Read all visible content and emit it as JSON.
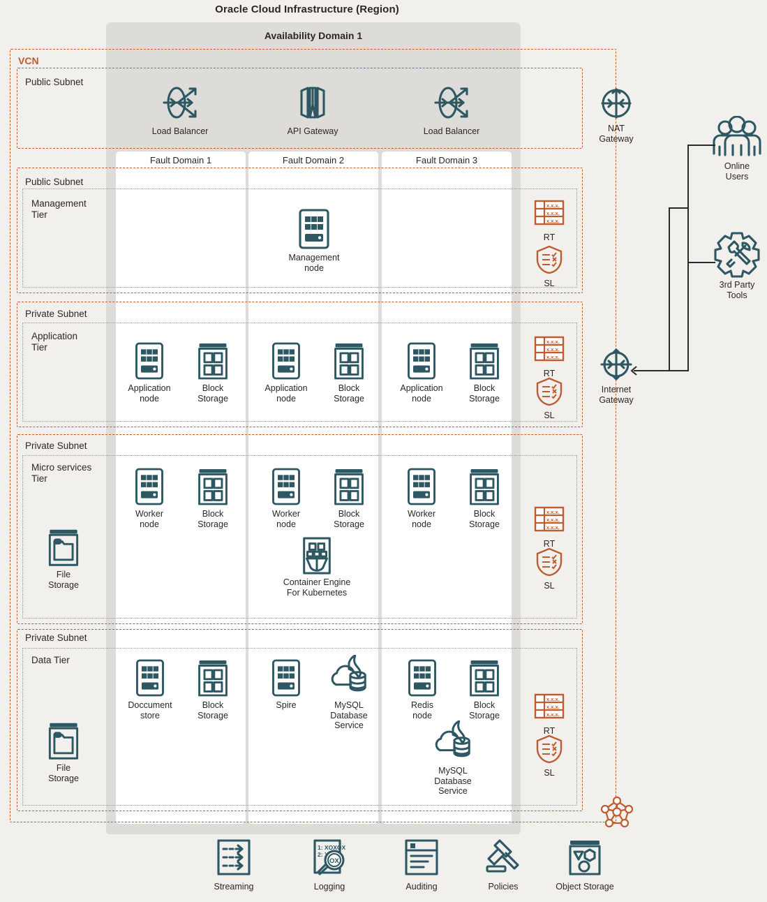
{
  "diagram": {
    "region_title": "Oracle Cloud Infrastructure (Region)",
    "availability_domain": "Availability Domain 1",
    "vcn_label": "VCN",
    "accent_orange": "#C05A2B",
    "accent_teal": "#2C5763",
    "background": "#F2F0EC",
    "ad_panel_color": "#DEDCD9",
    "fault_domains": [
      {
        "label": "Fault Domain 1"
      },
      {
        "label": "Fault Domain 2"
      },
      {
        "label": "Fault Domain 3"
      }
    ],
    "subnets": [
      {
        "label": "Public Subnet"
      },
      {
        "label": "Public Subnet"
      },
      {
        "label": "Private Subnet"
      },
      {
        "label": "Private Subnet"
      },
      {
        "label": "Private Subnet"
      }
    ],
    "tiers": [
      {
        "label": "Management\nTier"
      },
      {
        "label": "Application\nTier"
      },
      {
        "label": "Micro services\nTier"
      },
      {
        "label": "Data Tier"
      }
    ],
    "edge_nodes": {
      "load_balancer_1": "Load Balancer",
      "api_gateway": "API Gateway",
      "load_balancer_2": "Load Balancer",
      "nat_gateway": "NAT\nGateway",
      "internet_gateway": "Internet\nGateway"
    },
    "external": [
      {
        "label": "Online\nUsers",
        "icon": "users-icon"
      },
      {
        "label": "3rd Party\nTools",
        "icon": "gear-tools-icon"
      }
    ],
    "management_tier_nodes": [
      {
        "label": "Management node",
        "icon": "compute-node-icon",
        "fault_domain": 2
      }
    ],
    "application_tier_nodes": [
      {
        "label": "Application\nnode",
        "icon": "compute-node-icon",
        "fault_domain": 1
      },
      {
        "label": "Block\nStorage",
        "icon": "block-storage-icon",
        "fault_domain": 1
      },
      {
        "label": "Application\nnode",
        "icon": "compute-node-icon",
        "fault_domain": 2
      },
      {
        "label": "Block\nStorage",
        "icon": "block-storage-icon",
        "fault_domain": 2
      },
      {
        "label": "Application\nnode",
        "icon": "compute-node-icon",
        "fault_domain": 3
      },
      {
        "label": "Block\nStorage",
        "icon": "block-storage-icon",
        "fault_domain": 3
      }
    ],
    "micro_services_tier_nodes": [
      {
        "label": "File\nStorage",
        "icon": "file-storage-icon",
        "fault_domain": 0
      },
      {
        "label": "Worker\nnode",
        "icon": "compute-node-icon",
        "fault_domain": 1
      },
      {
        "label": "Block\nStorage",
        "icon": "block-storage-icon",
        "fault_domain": 1
      },
      {
        "label": "Worker\nnode",
        "icon": "compute-node-icon",
        "fault_domain": 2
      },
      {
        "label": "Block\nStorage",
        "icon": "block-storage-icon",
        "fault_domain": 2
      },
      {
        "label": "Container Engine\nFor Kubernetes",
        "icon": "container-engine-icon",
        "fault_domain": 2
      },
      {
        "label": "Worker\nnode",
        "icon": "compute-node-icon",
        "fault_domain": 3
      },
      {
        "label": "Block\nStorage",
        "icon": "block-storage-icon",
        "fault_domain": 3
      }
    ],
    "data_tier_nodes": [
      {
        "label": "File\nStorage",
        "icon": "file-storage-icon",
        "fault_domain": 0
      },
      {
        "label": "Doccument\nstore",
        "icon": "compute-node-icon",
        "fault_domain": 1
      },
      {
        "label": "Block\nStorage",
        "icon": "block-storage-icon",
        "fault_domain": 1
      },
      {
        "label": "Spire",
        "icon": "compute-node-icon",
        "fault_domain": 2
      },
      {
        "label": "MySQL\nDatabase\nService",
        "icon": "mysql-database-icon",
        "fault_domain": 2
      },
      {
        "label": "Redis\nnode",
        "icon": "compute-node-icon",
        "fault_domain": 3
      },
      {
        "label": "Block\nStorage",
        "icon": "block-storage-icon",
        "fault_domain": 3
      },
      {
        "label": "MySQL\nDatabase\nService",
        "icon": "mysql-database-icon",
        "fault_domain": 3
      }
    ],
    "route_security": [
      {
        "rt": "RT",
        "sl": "SL",
        "tier": "management"
      },
      {
        "rt": "RT",
        "sl": "SL",
        "tier": "application"
      },
      {
        "rt": "RT",
        "sl": "SL",
        "tier": "micro-services"
      },
      {
        "rt": "RT",
        "sl": "SL",
        "tier": "data"
      }
    ],
    "rt_cell_text": "x.x.x.",
    "services": [
      {
        "label": "Streaming",
        "icon": "streaming-icon"
      },
      {
        "label": "Logging",
        "icon": "logging-icon"
      },
      {
        "label": "Auditing",
        "icon": "auditing-icon"
      },
      {
        "label": "Policies",
        "icon": "policies-icon"
      },
      {
        "label": "Object Storage",
        "icon": "object-storage-icon"
      }
    ],
    "logging_icon_text": {
      "line1": "1: XOXOX",
      "line2": "2: X0",
      "lens": "OX"
    },
    "service_mesh_label": "service-mesh-icon"
  }
}
